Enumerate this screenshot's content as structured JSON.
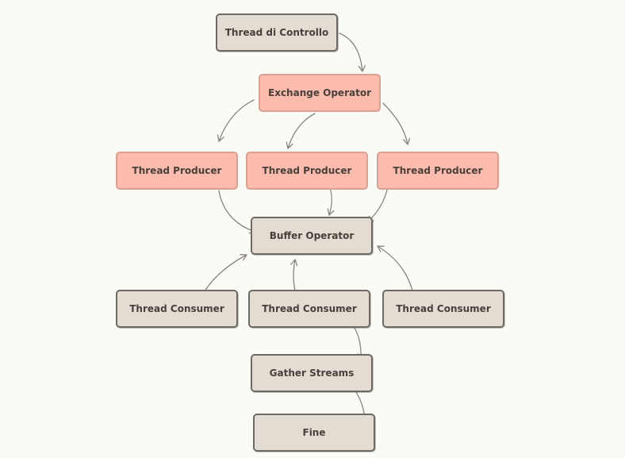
{
  "diagram": {
    "nodes": {
      "thread_di_controllo": "Thread di Controllo",
      "exchange_operator": "Exchange Operator",
      "producer_1": "Thread Producer",
      "producer_2": "Thread Producer",
      "producer_3": "Thread Producer",
      "buffer_operator": "Buffer Operator",
      "consumer_1": "Thread Consumer",
      "consumer_2": "Thread Consumer",
      "consumer_3": "Thread Consumer",
      "gather_streams": "Gather Streams",
      "fine": "Fine"
    },
    "edges": [
      {
        "from": "Thread di Controllo",
        "to": "Exchange Operator"
      },
      {
        "from": "Exchange Operator",
        "to": "Thread Producer (left)"
      },
      {
        "from": "Exchange Operator",
        "to": "Thread Producer (center)"
      },
      {
        "from": "Exchange Operator",
        "to": "Thread Producer (right)"
      },
      {
        "from": "Thread Producer (left)",
        "to": "Buffer Operator"
      },
      {
        "from": "Thread Producer (center)",
        "to": "Buffer Operator"
      },
      {
        "from": "Thread Producer (right)",
        "to": "Buffer Operator"
      },
      {
        "from": "Thread Consumer (left)",
        "to": "Buffer Operator"
      },
      {
        "from": "Thread Consumer (center)",
        "to": "Buffer Operator"
      },
      {
        "from": "Thread Consumer (right)",
        "to": "Buffer Operator"
      },
      {
        "from": "Thread Consumer (center)",
        "to": "Gather Streams"
      },
      {
        "from": "Gather Streams",
        "to": "Fine"
      }
    ],
    "colors": {
      "background": "#fbfbf5",
      "gray_fill": "#e3dcd3",
      "gray_border": "#6f6964",
      "pink_fill": "#fbbcad",
      "pink_border": "#dc9f93",
      "arrow": "#8a8480",
      "text": "#4a403b"
    }
  }
}
